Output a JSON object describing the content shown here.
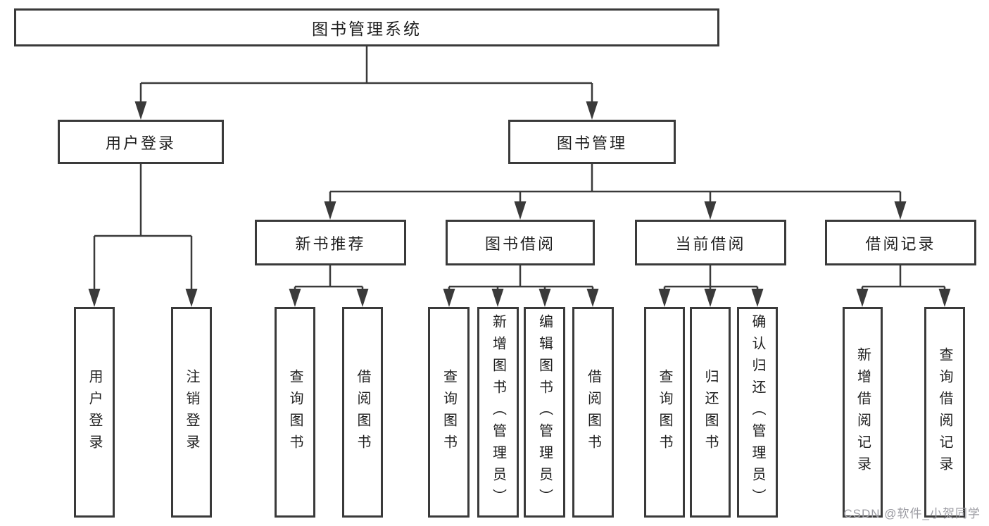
{
  "page": {
    "background": "#ffffff"
  },
  "colors": {
    "line": "#3a3a3a",
    "text": "#1f1f1f",
    "box_background": "#ffffff",
    "watermark": "#9c9ca3"
  },
  "watermark": {
    "text": "CSDN @软件_小贺同学"
  },
  "tree": {
    "label": "图书管理系统",
    "children": [
      {
        "label": "用户登录",
        "children": [
          {
            "label": "用户登录"
          },
          {
            "label": "注销登录"
          }
        ]
      },
      {
        "label": "图书管理",
        "children": [
          {
            "label": "新书推荐",
            "children": [
              {
                "label": "查询图书"
              },
              {
                "label": "借阅图书"
              }
            ]
          },
          {
            "label": "图书借阅",
            "children": [
              {
                "label": "查询图书"
              },
              {
                "label": "新增图书（管理员）"
              },
              {
                "label": "编辑图书（管理员）"
              },
              {
                "label": "借阅图书"
              }
            ]
          },
          {
            "label": "当前借阅",
            "children": [
              {
                "label": "查询图书"
              },
              {
                "label": "归还图书"
              },
              {
                "label": "确认归还（管理员）"
              }
            ]
          },
          {
            "label": "借阅记录",
            "children": [
              {
                "label": "新增借阅记录"
              },
              {
                "label": "查询借阅记录"
              }
            ]
          }
        ]
      }
    ]
  }
}
